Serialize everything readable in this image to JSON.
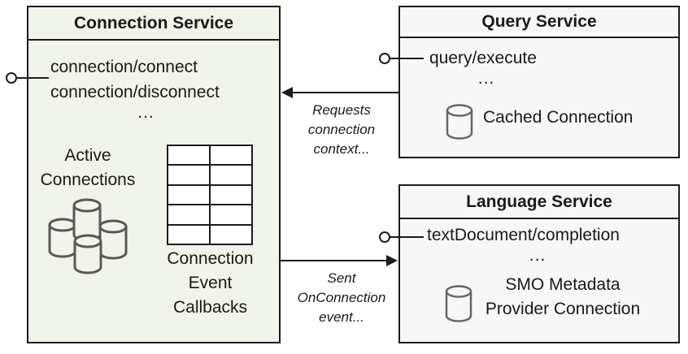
{
  "colors": {
    "connection_fill": "#f1f4ea",
    "service_fill": "#f7f7f8",
    "border": "#1c1c1c",
    "cylinder_stroke": "#595959",
    "text": "#1a1a1a"
  },
  "connection_service": {
    "title": "Connection Service",
    "methods": {
      "m1": "connection/connect",
      "m2": "connection/disconnect"
    },
    "ellipsis": "...",
    "active_connections_label": "Active\nConnections",
    "callbacks_label": "Connection\nEvent\nCallbacks",
    "icons": {
      "active_connections": "database-cluster-icon",
      "callbacks": "callback-table-grid",
      "provided_interface": "lollipop-interface-icon"
    }
  },
  "query_service": {
    "title": "Query Service",
    "methods": {
      "m1": "query/execute"
    },
    "ellipsis": "...",
    "cached_connection_label": "Cached Connection",
    "icons": {
      "cached_connection": "database-cylinder-icon",
      "provided_interface": "lollipop-interface-icon"
    }
  },
  "language_service": {
    "title": "Language Service",
    "methods": {
      "m1": "textDocument/completion"
    },
    "ellipsis": "...",
    "smo_label": "SMO Metadata\nProvider Connection",
    "icons": {
      "smo_connection": "database-cylinder-icon",
      "provided_interface": "lollipop-interface-icon"
    }
  },
  "annotations": {
    "requests_connection": "Requests\nconnection\ncontext...",
    "sent_onconnection": "Sent\nOnConnection\nevent..."
  }
}
